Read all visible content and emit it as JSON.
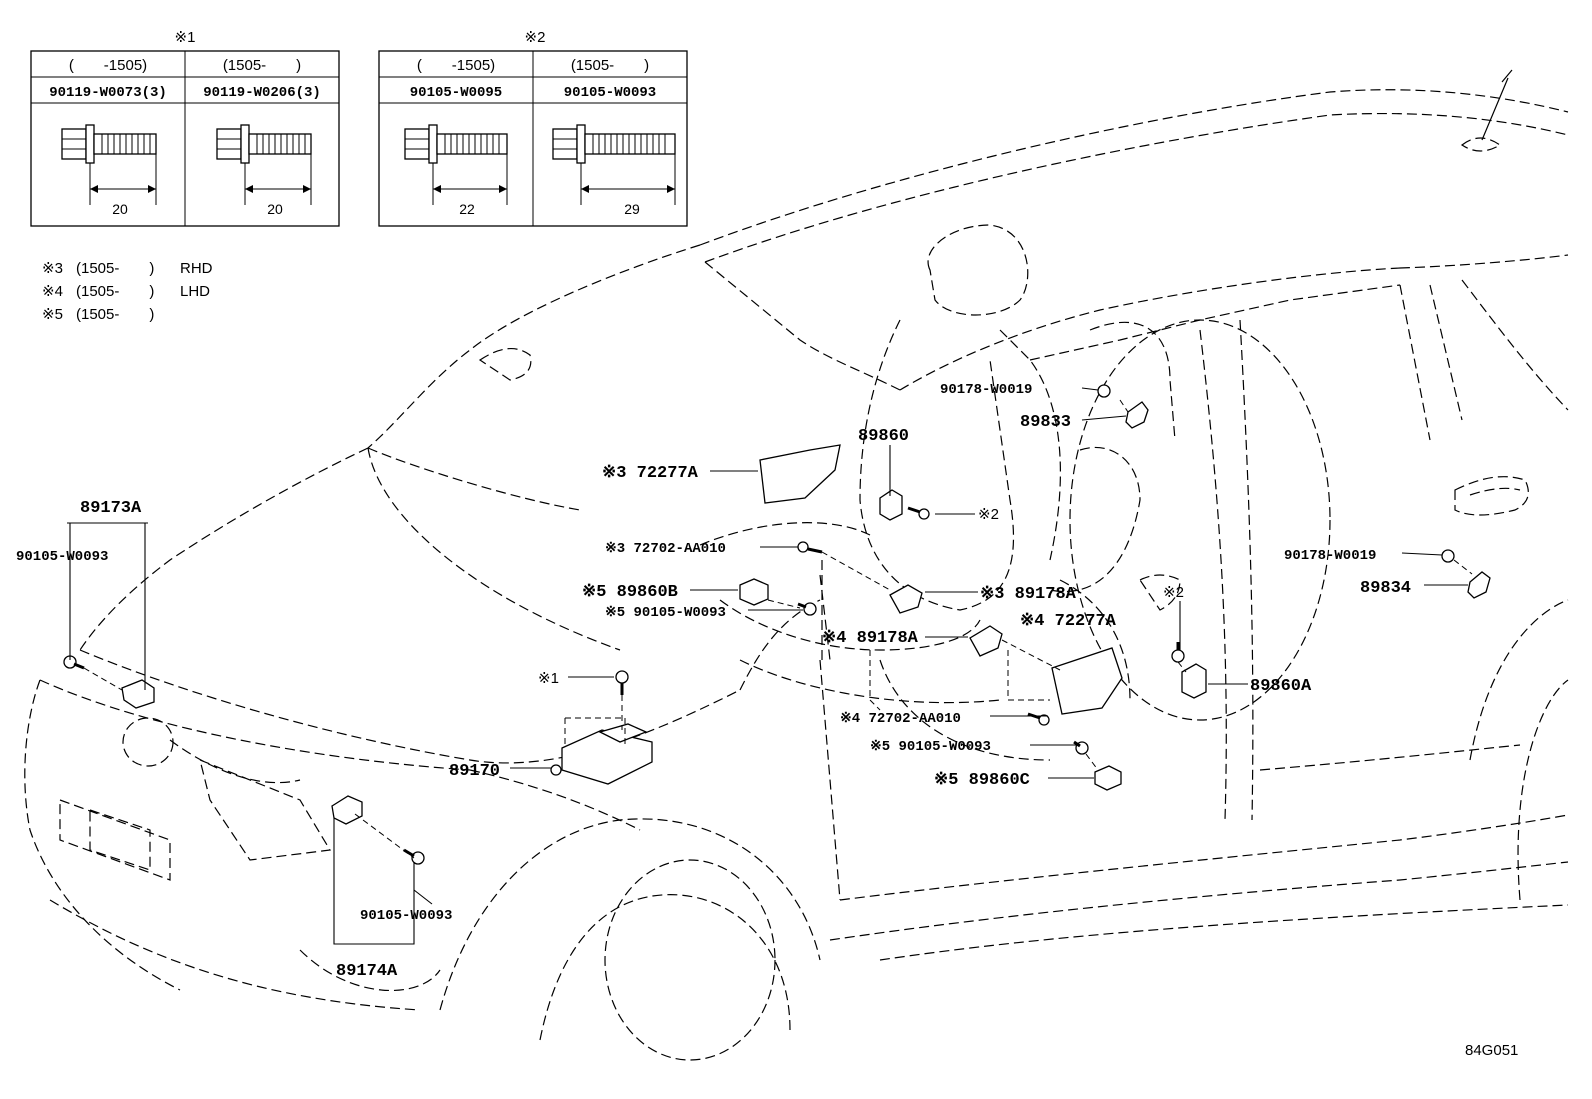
{
  "note_tables": [
    {
      "mark": "※1",
      "columns": [
        {
          "period": "(　　-1505)",
          "part_no": "90119-W0073(3)",
          "length": "20"
        },
        {
          "period": "(1505-　　)",
          "part_no": "90119-W0206(3)",
          "length": "20"
        }
      ]
    },
    {
      "mark": "※2",
      "columns": [
        {
          "period": "(　　-1505)",
          "part_no": "90105-W0095",
          "length": "22"
        },
        {
          "period": "(1505-　　)",
          "part_no": "90105-W0093",
          "length": "29"
        }
      ]
    }
  ],
  "notes": [
    {
      "mark": "※3",
      "period": "(1505-　　)",
      "spec": "RHD"
    },
    {
      "mark": "※4",
      "period": "(1505-　　)",
      "spec": "LHD"
    },
    {
      "mark": "※5",
      "period": "(1505-　　)",
      "spec": ""
    }
  ],
  "callouts": {
    "p89173A": "89173A",
    "p90105_front": "90105-W0093",
    "p89174A": "89174A",
    "p90105_bumper": "90105-W0093",
    "p89170": "89170",
    "p_mark1": "※1",
    "p72277A_rhd": "※3 72277A",
    "p72702_rhd": "※3 72702-AA010",
    "p89860B": "※5 89860B",
    "p90105_5a": "※5 90105-W0093",
    "p89860": "89860",
    "p_mark2_top": "※2",
    "p90178_left": "90178-W0019",
    "p89833": "89833",
    "p89178A_rhd": "※3 89178A",
    "p89178A_lhd": "※4 89178A",
    "p72277A_lhd": "※4 72277A",
    "p72702_lhd": "※4 72702-AA010",
    "p90105_5b": "※5 90105-W0093",
    "p89860C": "※5 89860C",
    "p_mark2_right": "※2",
    "p89860A": "89860A",
    "p90178_right": "90178-W0019",
    "p89834": "89834"
  },
  "figure_code": "84G051"
}
